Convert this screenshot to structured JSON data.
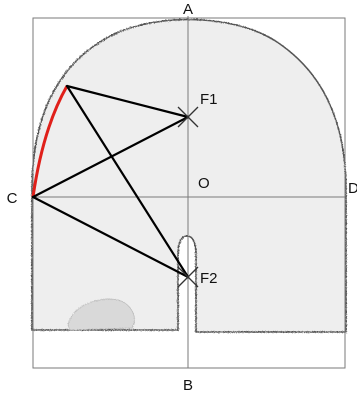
{
  "labels": {
    "A": "A",
    "B": "B",
    "C": "C",
    "D": "D",
    "O": "O",
    "F1": "F1",
    "F2": "F2"
  },
  "colors": {
    "outline": "#555555",
    "fill": "#eeeeee",
    "frame": "#7a7a7a",
    "lines": "#000000",
    "arc": "#e0201a"
  }
}
